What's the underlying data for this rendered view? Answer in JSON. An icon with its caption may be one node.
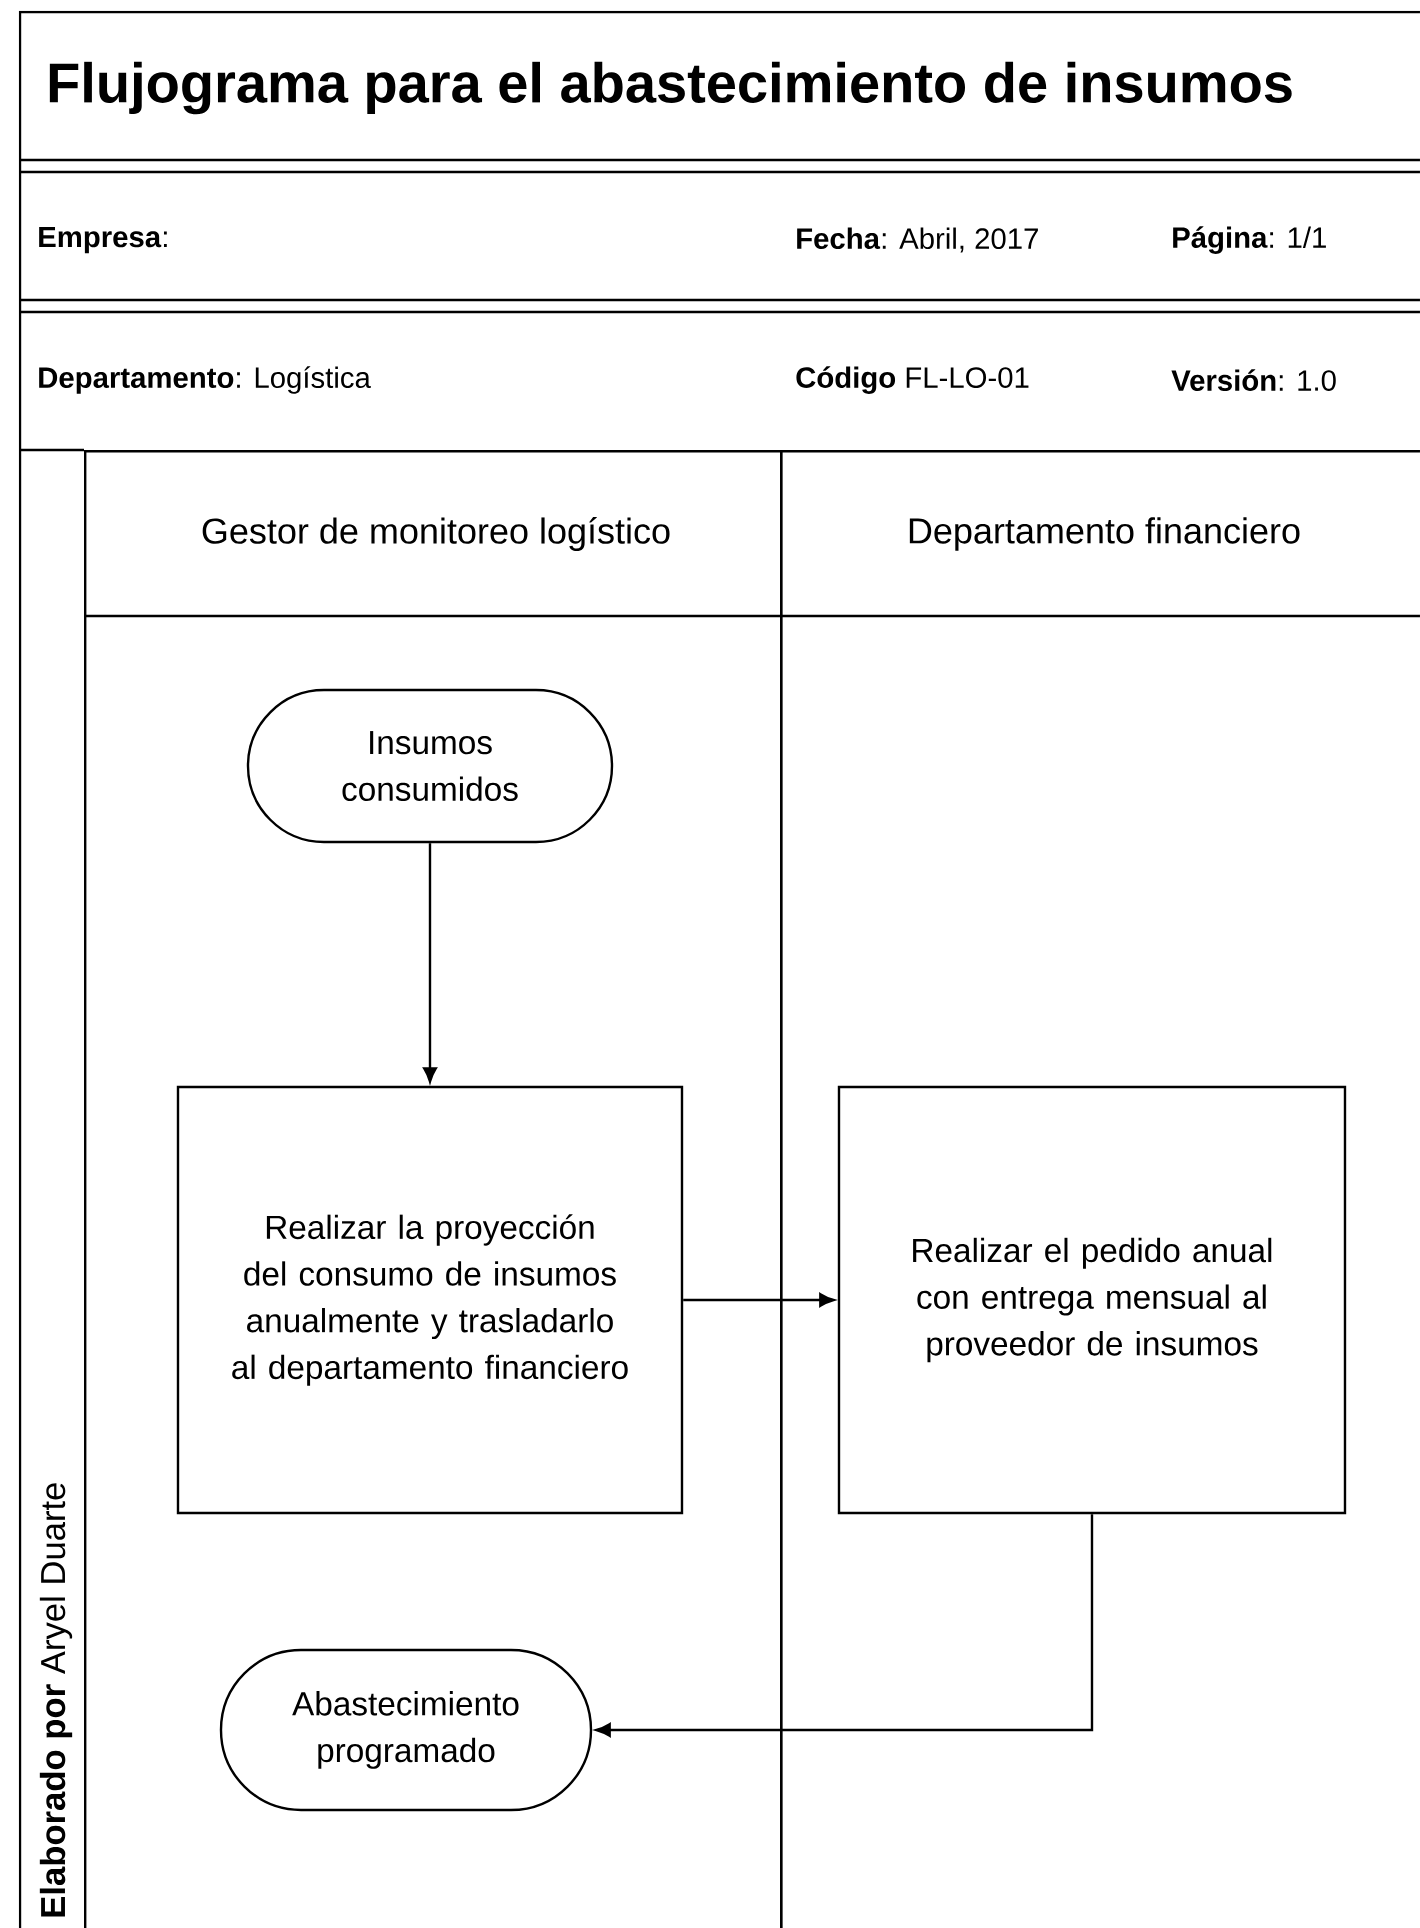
{
  "diagram": {
    "title": "Flujograma para el abastecimiento de insumos",
    "nodes": [
      {
        "text": [
          "Gestor de monitoreo logístico"
        ]
      },
      {
        "text": [
          "Departamento financiero"
        ]
      },
      {
        "text": [
          "Insumos consumidos"
        ],
        "in": 0
      },
      {
        "text": [
          "Realizar la proyección del consumo de insumos anualmente y trasladarlo al departamento financiero"
        ],
        "in": 0
      },
      {
        "text": [
          "Realizar el pedido anual con entrega mensual al proveedor de insumos"
        ],
        "in": 1
      },
      {
        "text": [
          "Abastecimiento programado"
        ],
        "in": 0
      }
    ],
    "edges": [
      {
        "from": 2,
        "to": 3,
        "arrow": "to"
      },
      {
        "from": 3,
        "to": 4,
        "arrow": "to"
      },
      {
        "from": 4,
        "to": 5,
        "arrow": "to"
      }
    ],
    "labels": [
      "**Empresa**:",
      "**Fecha**: Abril, 2017",
      "**Página**: 1/1",
      "**Departamento**: Logística",
      "**Código** FL-LO-01",
      "**Versión**: 1.0",
      "**Elaborado por** Aryel Duarte"
    ]
  }
}
